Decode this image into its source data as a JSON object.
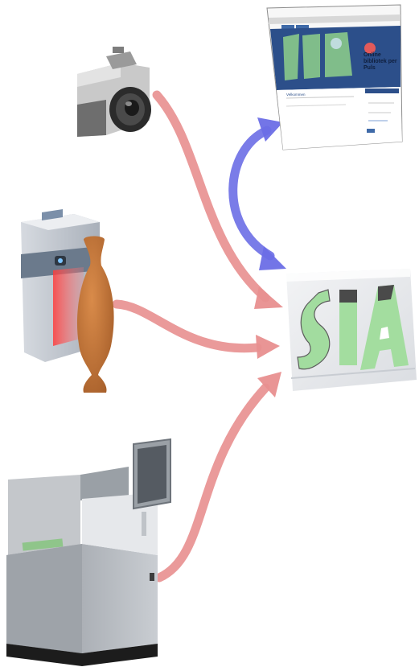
{
  "diagram": {
    "nodes": [
      {
        "id": "camera",
        "icon": "camera-icon"
      },
      {
        "id": "scanner",
        "icon": "3d-scanner-icon"
      },
      {
        "id": "vase",
        "icon": "vase-icon"
      },
      {
        "id": "lab_instrument",
        "icon": "lab-instrument-icon"
      },
      {
        "id": "website",
        "icon": "web-browser-icon"
      },
      {
        "id": "sia_database",
        "icon": "sia-database-icon"
      }
    ],
    "edges": [
      {
        "from": "camera",
        "to": "sia_database",
        "direction": "one-way",
        "color": "#e88f8f"
      },
      {
        "from": "scanner",
        "to": "sia_database",
        "direction": "one-way",
        "color": "#e88f8f"
      },
      {
        "from": "lab_instrument",
        "to": "sia_database",
        "direction": "one-way",
        "color": "#e88f8f"
      },
      {
        "from": "website",
        "to": "sia_database",
        "direction": "two-way",
        "color": "#6b6ee6"
      }
    ],
    "colors": {
      "red_arrow": "#e88f8f",
      "blue_arrow": "#6b6ee6",
      "sia_green": "#9fdc9b",
      "vase": "#c7783a",
      "scanner_light": "#ff4d4d"
    }
  },
  "website_screen": {
    "banner_text": "Online bibliotek per Puls",
    "heading": "Velkommen"
  }
}
